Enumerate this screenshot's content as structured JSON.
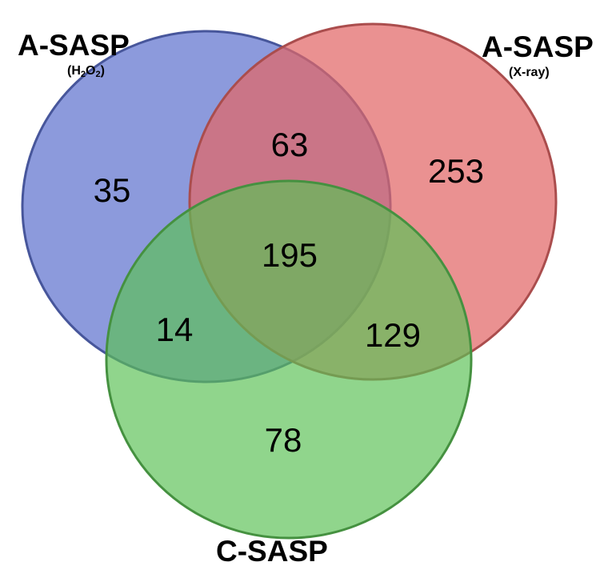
{
  "sets": [
    {
      "id": "h2o2",
      "title": "A-SASP",
      "subtitle": "(H2O2)",
      "subtitle_parts": [
        "(H",
        "2",
        "O",
        "2",
        ")"
      ],
      "color": "#5f73cf"
    },
    {
      "id": "xray",
      "title": "A-SASP",
      "subtitle": "(X-ray)",
      "color": "#e26666"
    },
    {
      "id": "csasp",
      "title": "C-SASP",
      "color": "#5cc155"
    }
  ],
  "regions": [
    {
      "id": "h2o2_only",
      "sets": [
        "h2o2"
      ],
      "value": "35"
    },
    {
      "id": "h2o2_xray",
      "sets": [
        "h2o2",
        "xray"
      ],
      "value": "63"
    },
    {
      "id": "xray_only",
      "sets": [
        "xray"
      ],
      "value": "253"
    },
    {
      "id": "all_three",
      "sets": [
        "h2o2",
        "xray",
        "csasp"
      ],
      "value": "195"
    },
    {
      "id": "h2o2_csasp",
      "sets": [
        "h2o2",
        "csasp"
      ],
      "value": "14"
    },
    {
      "id": "xray_csasp",
      "sets": [
        "xray",
        "csasp"
      ],
      "value": "129"
    },
    {
      "id": "csasp_only",
      "sets": [
        "csasp"
      ],
      "value": "78"
    }
  ]
}
